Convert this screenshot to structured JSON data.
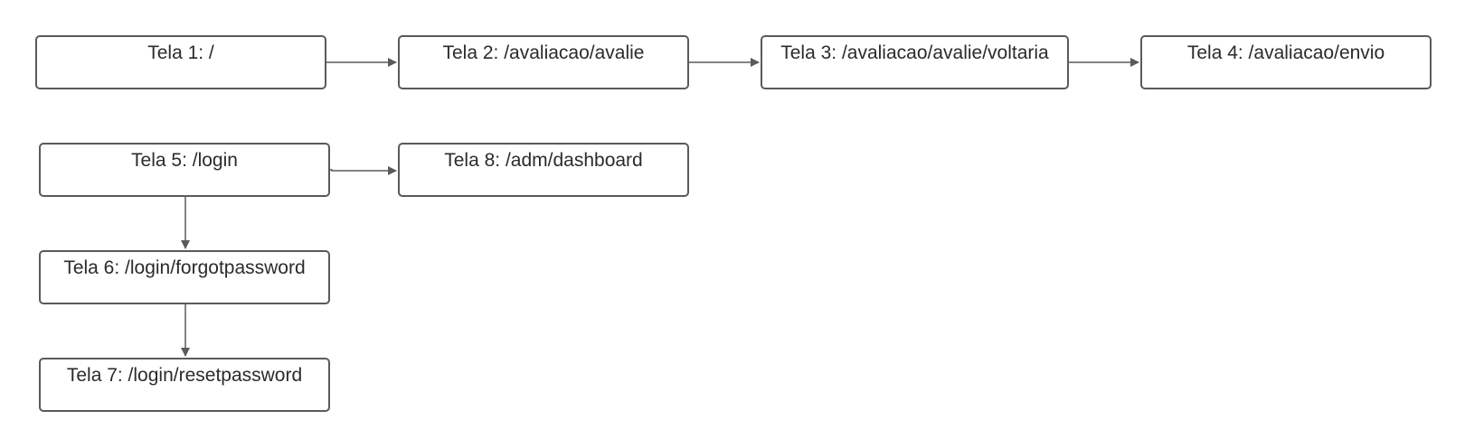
{
  "diagram": {
    "nodes": [
      {
        "id": "n1",
        "label": "Tela 1: /"
      },
      {
        "id": "n2",
        "label": "Tela 2: /avaliacao/avalie"
      },
      {
        "id": "n3",
        "label": "Tela 3: /avaliacao/avalie/voltaria"
      },
      {
        "id": "n4",
        "label": "Tela 4: /avaliacao/envio"
      },
      {
        "id": "n5",
        "label": "Tela 5: /login"
      },
      {
        "id": "n6",
        "label": "Tela 6: /login/forgotpassword"
      },
      {
        "id": "n7",
        "label": "Tela 7: /login/resetpassword"
      },
      {
        "id": "n8",
        "label": "Tela 8: /adm/dashboard"
      }
    ],
    "edges": [
      {
        "from": "n1",
        "to": "n2"
      },
      {
        "from": "n2",
        "to": "n3"
      },
      {
        "from": "n3",
        "to": "n4"
      },
      {
        "from": "n5",
        "to": "n8"
      },
      {
        "from": "n5",
        "to": "n6"
      },
      {
        "from": "n6",
        "to": "n7"
      }
    ],
    "colors": {
      "stroke": "#5a5a5a",
      "text": "#2b2b2b",
      "background": "#ffffff"
    }
  }
}
